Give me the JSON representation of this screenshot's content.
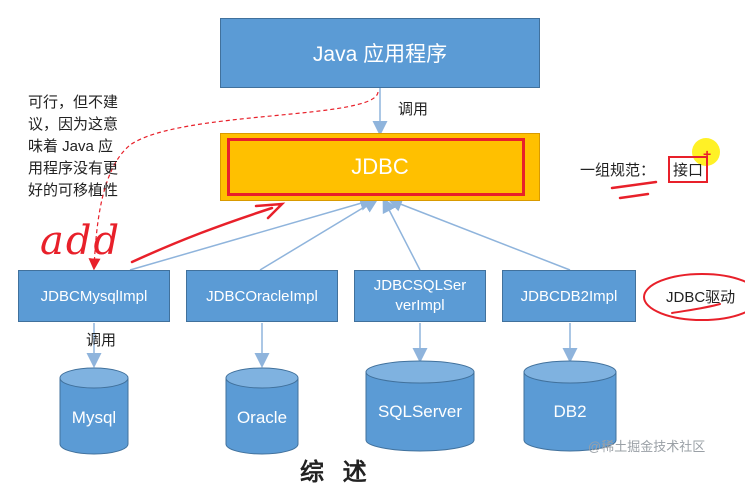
{
  "top_box": "Java 应用程序",
  "middle_box": "JDBC",
  "call_label_top": "调用",
  "call_label_bottom": "调用",
  "note_left": [
    "可行，但不建",
    "议，因为这意",
    "味着 Java 应",
    "用程序没有更",
    "好的可移植性"
  ],
  "handwritten_add": "add",
  "spec_label": "一组规范：",
  "interface_label": "接口",
  "plus_mark": "+",
  "driver_label": "JDBC驱动",
  "impl_boxes": [
    "JDBCMysqlImpl",
    "JDBCOracleImpl",
    "JDBCSQLSer\nverImpl",
    "JDBCDB2Impl"
  ],
  "databases": [
    "Mysql",
    "Oracle",
    "SQLServer",
    "DB2"
  ],
  "bottom_partial_text": "综 述",
  "watermark": "@稀土掘金技术社区",
  "colors": {
    "blue": "#5b9bd5",
    "blue_border": "#41719c",
    "orange": "#ffc000",
    "red": "#e8202a",
    "yellow": "#ffee00"
  }
}
